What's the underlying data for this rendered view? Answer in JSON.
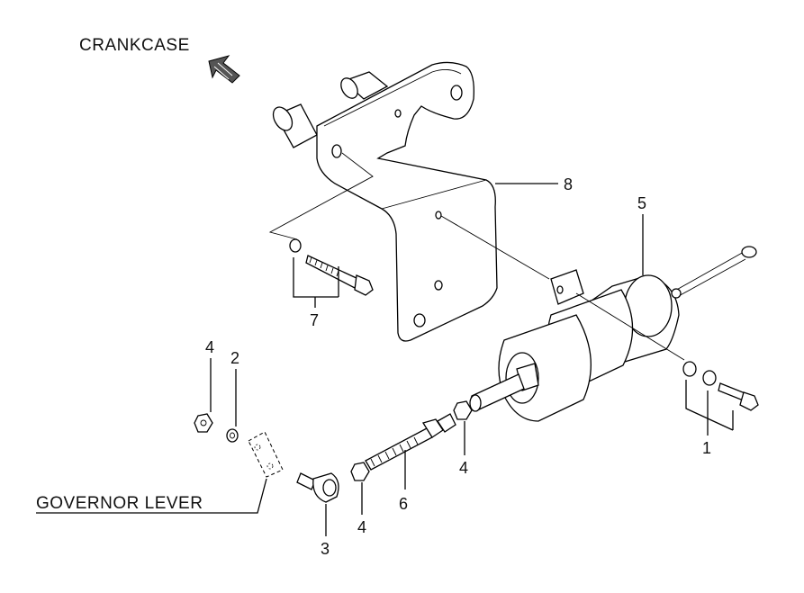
{
  "labels": {
    "crankcase": "CRANKCASE",
    "governor_lever": "GOVERNOR LEVER"
  },
  "callouts": {
    "p1": "1",
    "p2": "2",
    "p3": "3",
    "p4a": "4",
    "p4b": "4",
    "p4c": "4",
    "p5": "5",
    "p6": "6",
    "p7": "7",
    "p8": "8"
  },
  "icons": {
    "direction": "arrow-icon"
  }
}
